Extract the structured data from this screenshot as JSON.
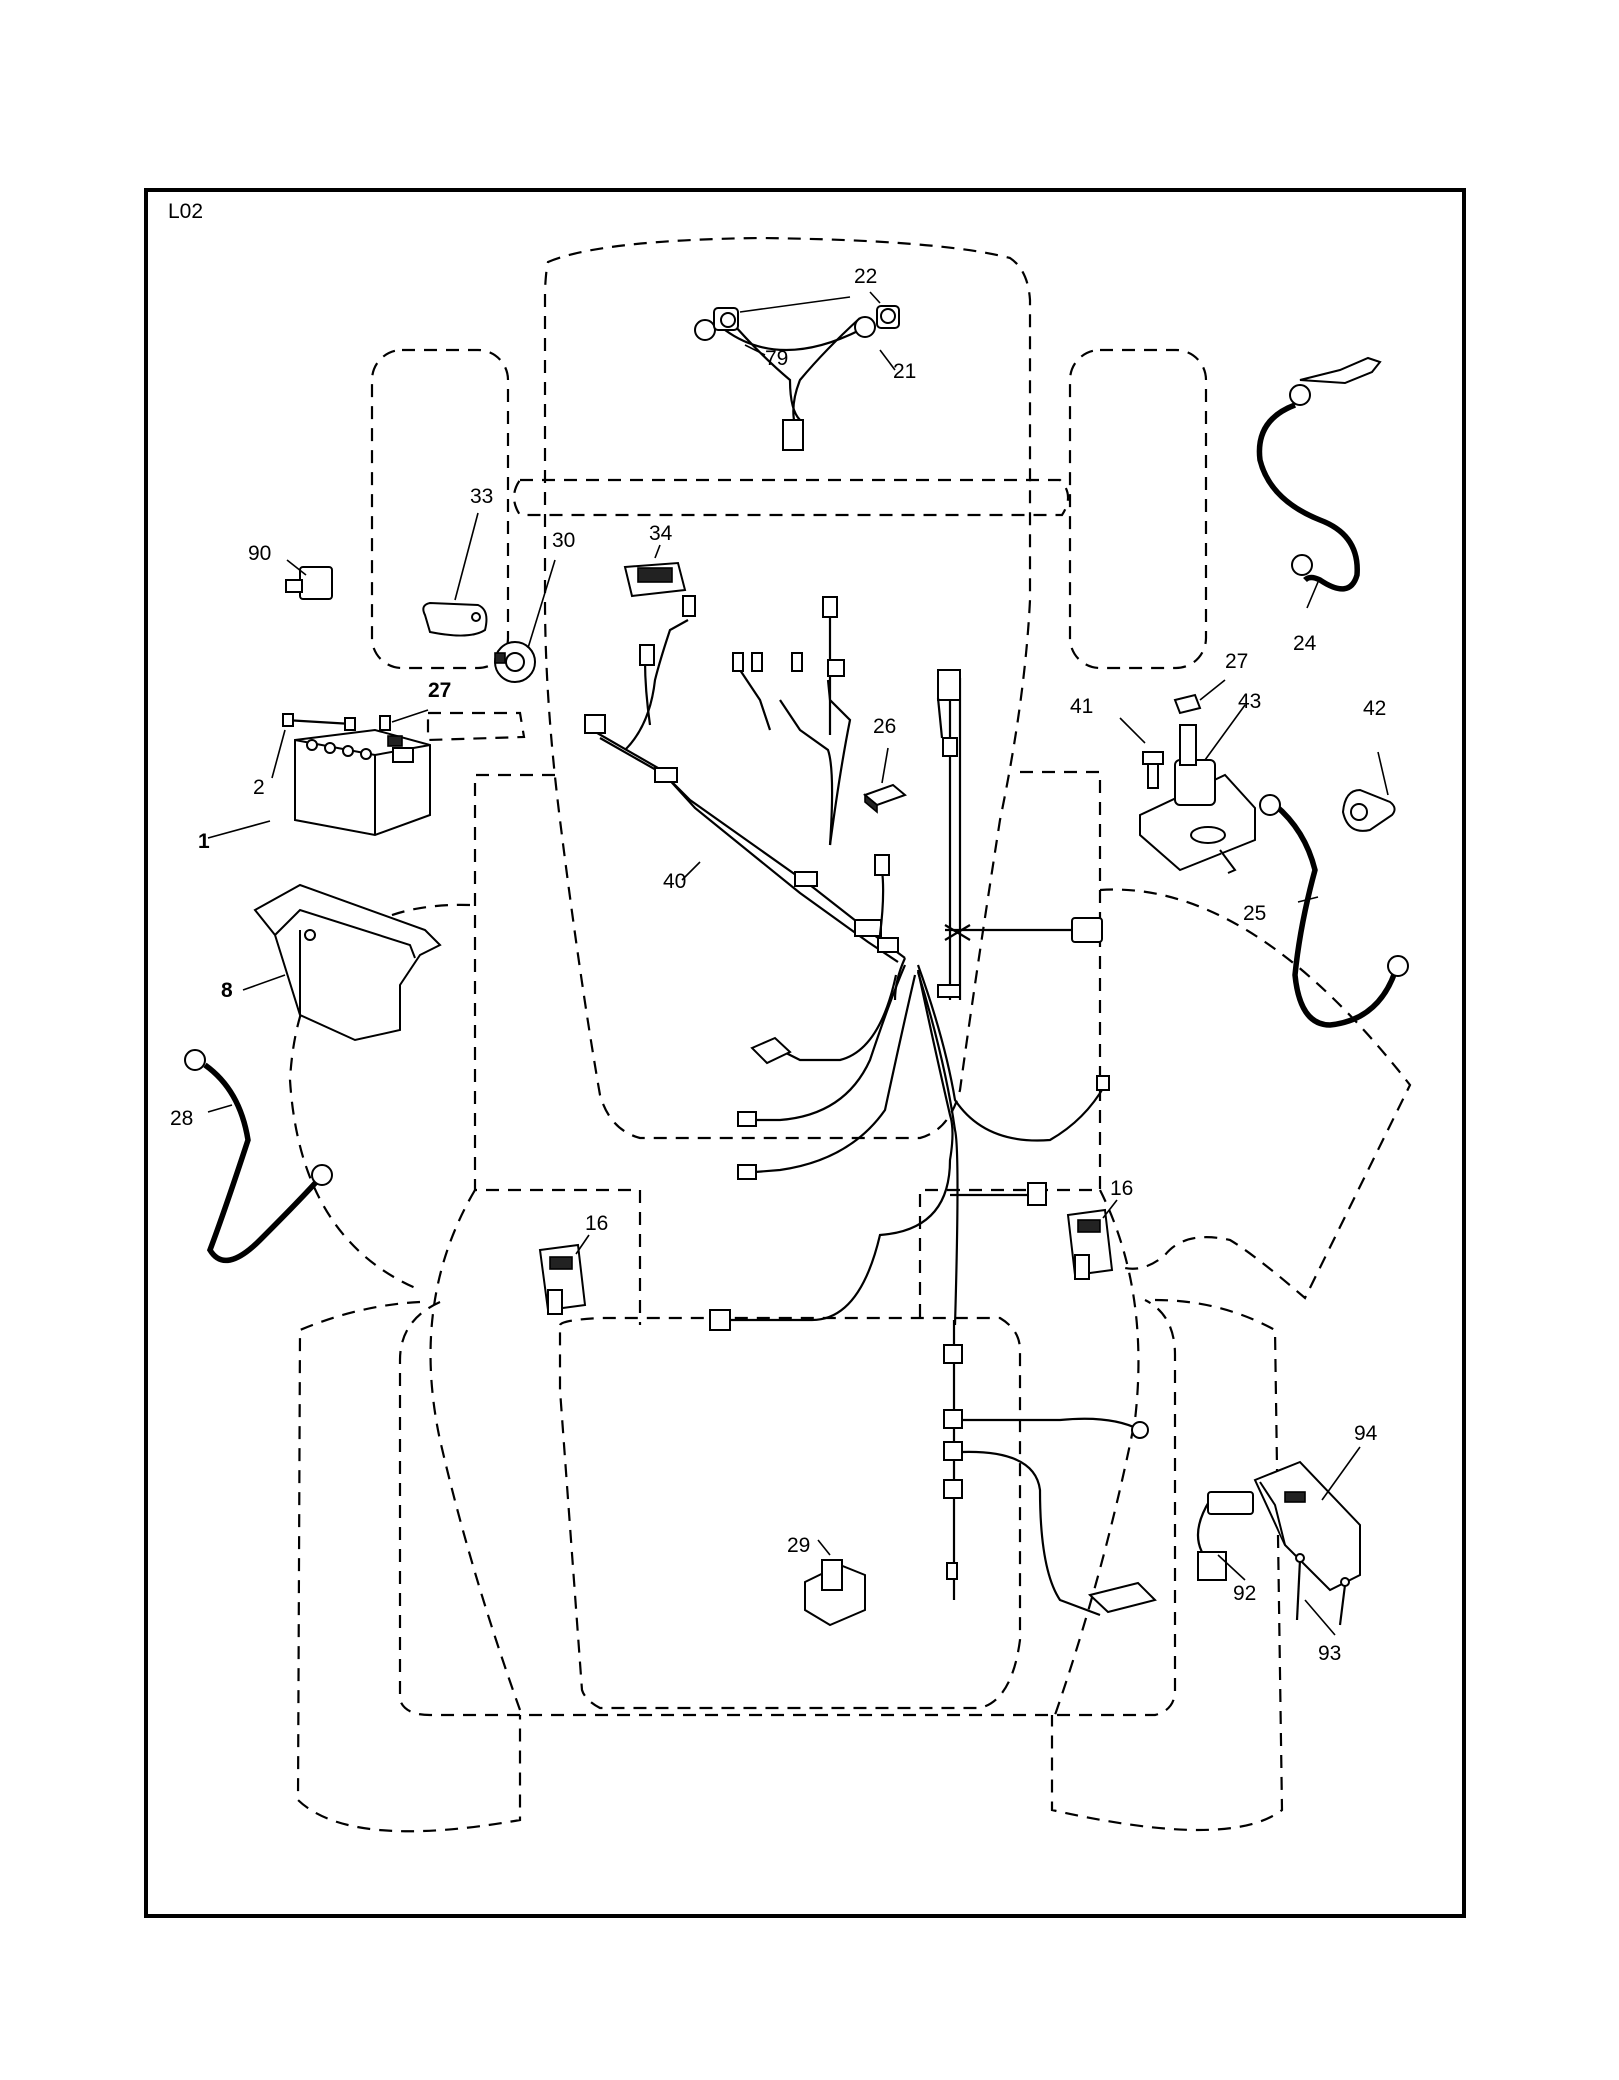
{
  "diagram": {
    "sheet_code": "L02",
    "body_outline": [
      "hood",
      "front-wheel-left",
      "front-wheel-right",
      "rear-wheel-left",
      "rear-wheel-right",
      "seat-deck",
      "fender-right"
    ],
    "callouts": [
      {
        "id": "22",
        "label": "22"
      },
      {
        "id": "79",
        "label": "79"
      },
      {
        "id": "21",
        "label": "21"
      },
      {
        "id": "33",
        "label": "33"
      },
      {
        "id": "30",
        "label": "30"
      },
      {
        "id": "90",
        "label": "90"
      },
      {
        "id": "34",
        "label": "34"
      },
      {
        "id": "24",
        "label": "24"
      },
      {
        "id": "27a",
        "label": "27"
      },
      {
        "id": "2",
        "label": "2"
      },
      {
        "id": "1",
        "label": "1"
      },
      {
        "id": "26",
        "label": "26"
      },
      {
        "id": "27b",
        "label": "27"
      },
      {
        "id": "41",
        "label": "41"
      },
      {
        "id": "43",
        "label": "43"
      },
      {
        "id": "42",
        "label": "42"
      },
      {
        "id": "40",
        "label": "40"
      },
      {
        "id": "25",
        "label": "25"
      },
      {
        "id": "8",
        "label": "8"
      },
      {
        "id": "28",
        "label": "28"
      },
      {
        "id": "16a",
        "label": "16"
      },
      {
        "id": "16b",
        "label": "16"
      },
      {
        "id": "94",
        "label": "94"
      },
      {
        "id": "29",
        "label": "29"
      },
      {
        "id": "92",
        "label": "92"
      },
      {
        "id": "93",
        "label": "93"
      }
    ]
  }
}
